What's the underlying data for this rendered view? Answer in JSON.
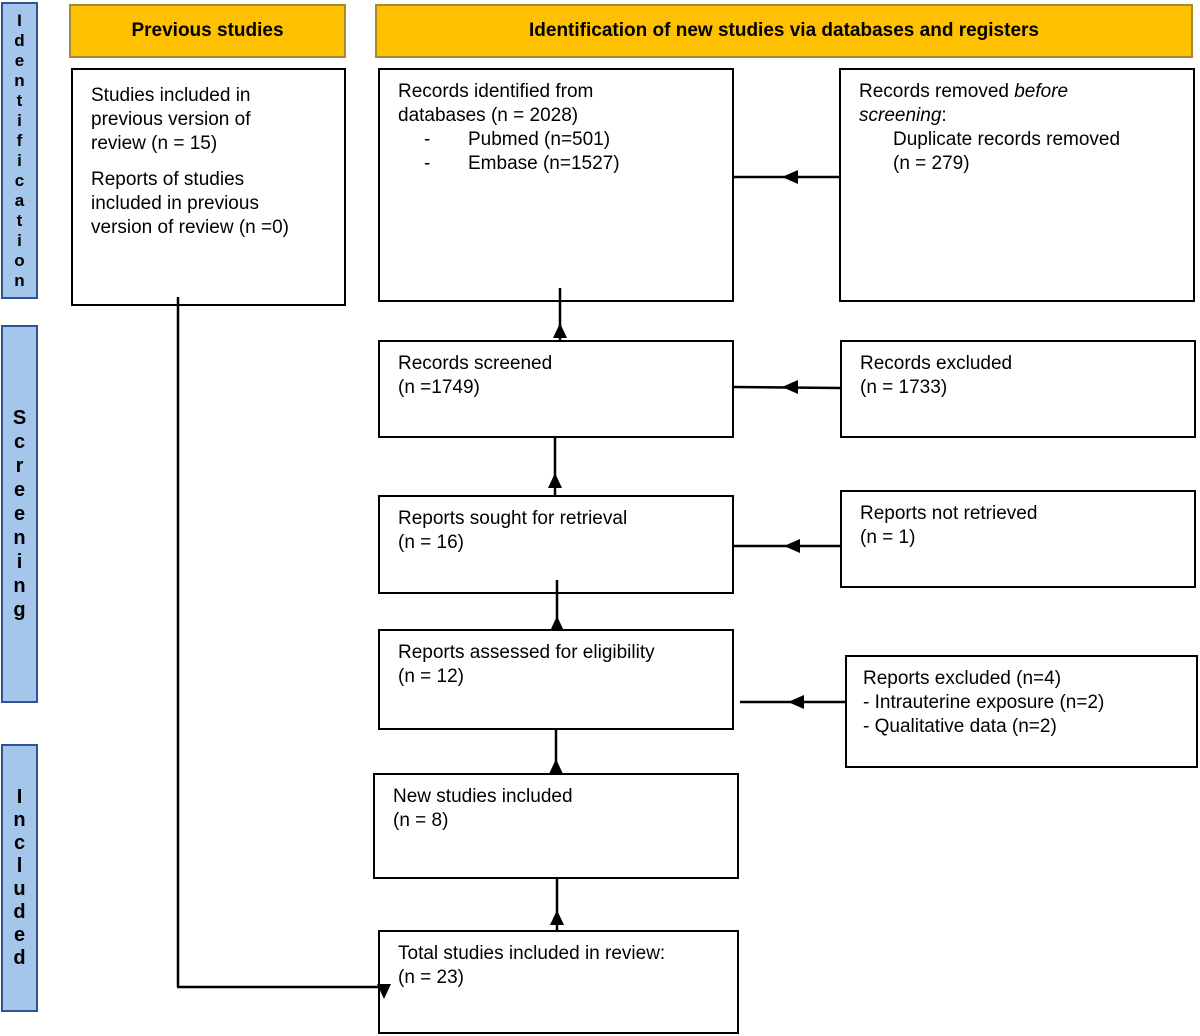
{
  "sidebar": {
    "identification": "Identification",
    "screening": "Screening",
    "included": "Included"
  },
  "headers": {
    "previous": "Previous studies",
    "new": "Identification of new studies via databases and registers"
  },
  "previous_box": {
    "line1": "Studies included in",
    "line2": "previous version of",
    "line3": "review (n = 15)",
    "line4": "Reports of studies",
    "line5": "included in previous",
    "line6": "version of review (n =0)"
  },
  "identified": {
    "line1": "Records identified from",
    "line2": "databases (n = 2028)",
    "items": [
      {
        "dash": "-",
        "text": "Pubmed (n=501)"
      },
      {
        "dash": "-",
        "text": "Embase (n=1527)"
      }
    ]
  },
  "removed": {
    "line1_a": "Records removed ",
    "line1_b": "before",
    "line2_a": "screening",
    "line2_b": ":",
    "line3": "Duplicate records removed",
    "line4": "(n = 279)"
  },
  "screened": {
    "line1": "Records screened",
    "line2": "(n =1749)"
  },
  "excluded": {
    "line1": "Records excluded",
    "line2": "(n = 1733)"
  },
  "sought": {
    "line1": "Reports sought for retrieval",
    "line2": "(n = 16)"
  },
  "not_retrieved": {
    "line1": "Reports not retrieved",
    "line2": "(n = 1)"
  },
  "assessed": {
    "line1": "Reports assessed for eligibility",
    "line2": "(n = 12)"
  },
  "reports_excluded": {
    "line1": "Reports excluded (n=4)",
    "line2": "- Intrauterine exposure (n=2)",
    "line3": "- Qualitative data (n=2)"
  },
  "new_included": {
    "line1": "New studies included",
    "line2": "(n = 8)"
  },
  "total": {
    "line1": "Total studies included in review:",
    "line2": "(n = 23)"
  }
}
